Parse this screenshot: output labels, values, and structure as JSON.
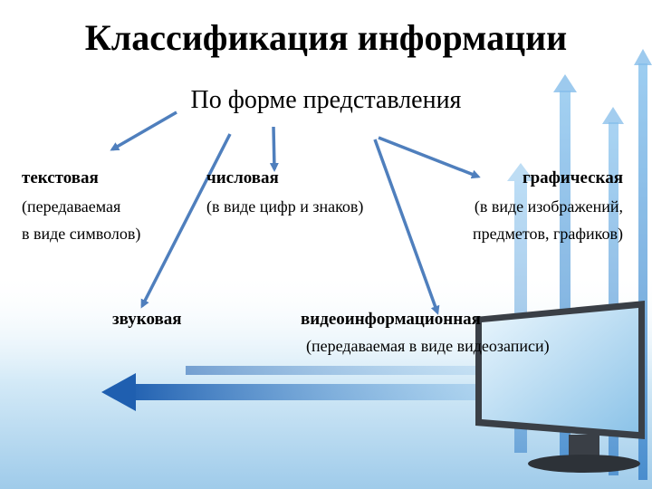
{
  "slide": {
    "title": "Классификация информации",
    "subtitle": "По форме представления"
  },
  "categories": {
    "text": {
      "name": "текстовая",
      "desc_line1": "(передаваемая",
      "desc_line2": "в виде символов)"
    },
    "number": {
      "name": "числовая",
      "desc_line1": "(в виде цифр и знаков)"
    },
    "graphic": {
      "name": "графическая",
      "desc_line1": "(в виде изображений,",
      "desc_line2": "предметов, графиков)"
    },
    "sound": {
      "name": "звуковая"
    },
    "video": {
      "name": "видеоинформационная",
      "desc_line1": "(передаваемая в виде видеозаписи)"
    }
  },
  "colors": {
    "arrow": "#4f7fbd",
    "bg_blue": "#2a78c8",
    "bg_light": "#cfe6f5"
  },
  "icons": [
    "monitor-icon",
    "decorative-arrow-icon"
  ]
}
